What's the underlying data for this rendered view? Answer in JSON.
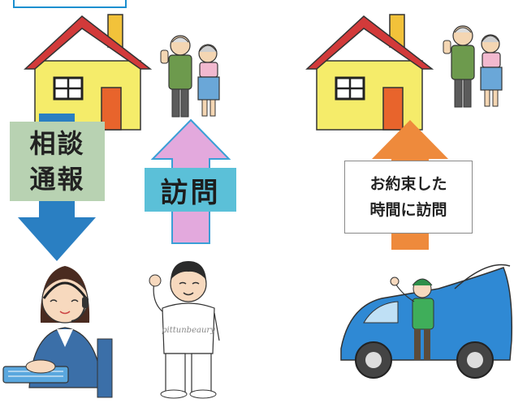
{
  "labels": {
    "consult_line1": "相談",
    "consult_line2": "通報",
    "visit": "訪問",
    "promise_line1": "お約束した",
    "promise_line2": "時間に訪問"
  },
  "nurse_shirt_text": "pittunbeaury",
  "colors": {
    "house_wall": "#f5ec6a",
    "roof": "#d23a3a",
    "door": "#e8642c",
    "arrow_blue": "#2a7fc2",
    "arrow_pink": "#e3a9dd",
    "arrow_orange": "#ee8a3c",
    "car": "#2f89d4"
  }
}
